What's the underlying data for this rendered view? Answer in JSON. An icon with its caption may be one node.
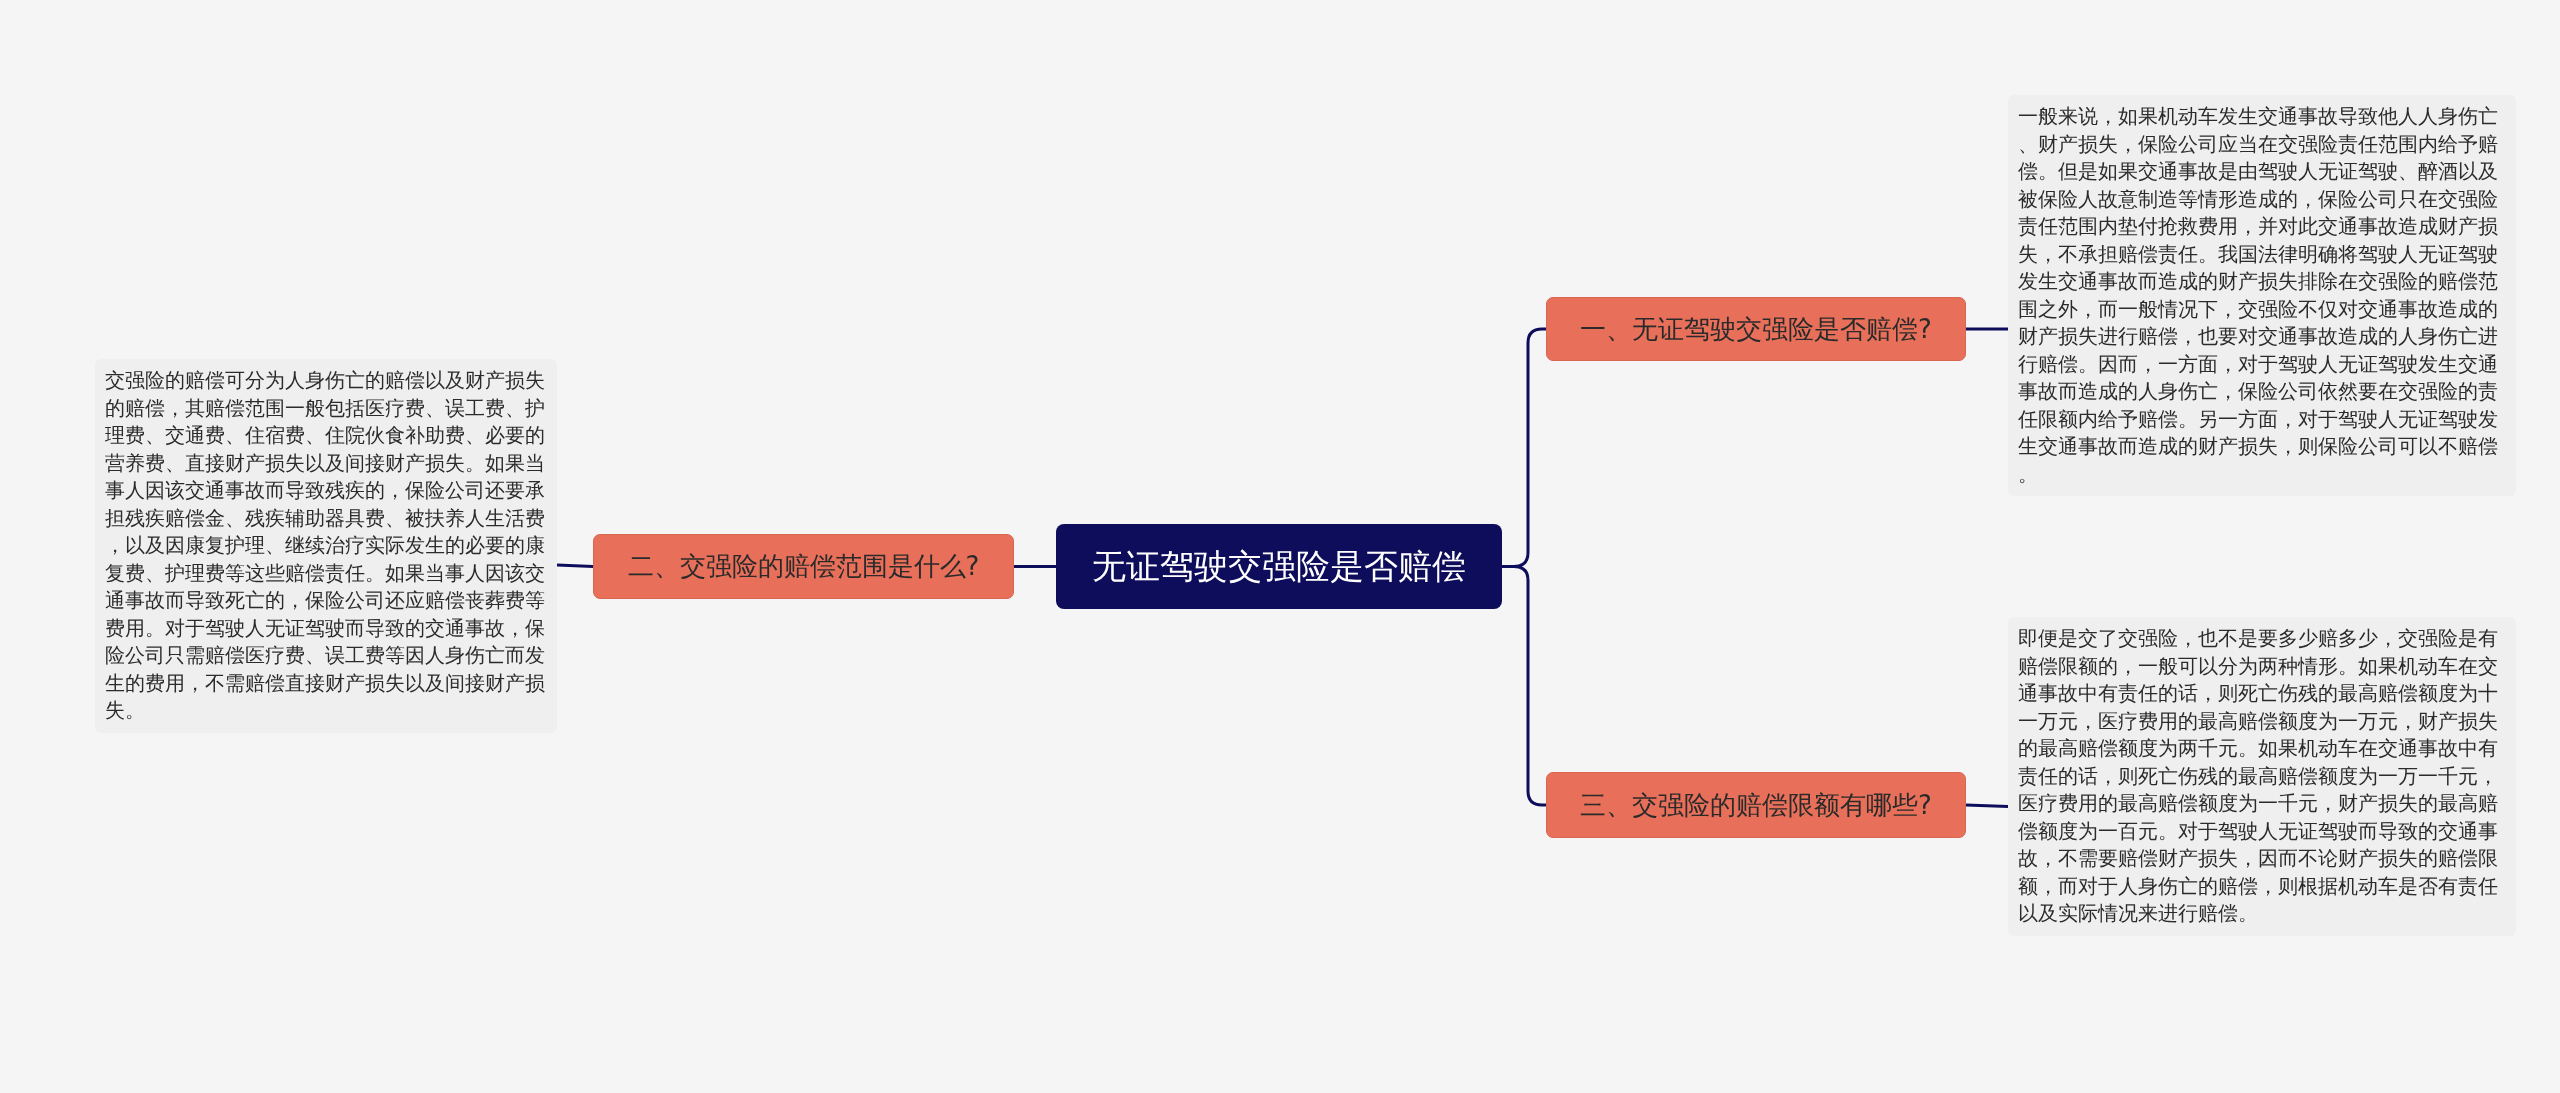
{
  "diagram": {
    "nodes": [
      {
        "text": [
          "无证驾驶交强险是否赔偿"
        ]
      },
      {
        "text": [
          "一、无证驾驶交强险是否赔偿?"
        ]
      },
      {
        "text": [
          "二、交强险的赔偿范围是什么?"
        ]
      },
      {
        "text": [
          "三、交强险的赔偿限额有哪些?"
        ]
      },
      {
        "text": [
          "一般来说，如果机动车发生交通事故导致他人人身伤亡、财产损失，保险公司应当在交强险责任范围内给予赔偿。但是如果交通事故是由驾驶人无证驾驶、醉酒以及被保险人故意制造等情形造成的，保险公司只在交强险责任范围内垫付抢救费用，并对此交通事故造成财产损失，不承担赔偿责任。我国法律明确将驾驶人无证驾驶发生交通事故而造成的财产损失排除在交强险的赔偿范围之外，而一般情况下，交强险不仅对交通事故造成的财产损失进行赔偿，也要对交通事故造成的人身伤亡进行赔偿。因而，一方面，对于驾驶人无证驾驶发生交通事故而造成的人身伤亡，保险公司依然要在交强险的责任限额内给予赔偿。另一方面，对于驾驶人无证驾驶发生交通事故而造成的财产损失，则保险公司可以不赔偿。"
        ]
      },
      {
        "text": [
          "交强险的赔偿可分为人身伤亡的赔偿以及财产损失的赔偿，其赔偿范围一般包括医疗费、误工费、护理费、交通费、住宿费、住院伙食补助费、必要的营养费、直接财产损失以及间接财产损失。如果当事人因该交通事故而导致残疾的，保险公司还要承担残疾赔偿金、残疾辅助器具费、被扶养人生活费，以及因康复护理、继续治疗实际发生的必要的康复费、护理费等这些赔偿责任。如果当事人因该交通事故而导致死亡的，保险公司还应赔偿丧葬费等费用。对于驾驶人无证驾驶而导致的交通事故，保险公司只需赔偿医疗费、误工费等因人身伤亡而发生的费用，不需赔偿直接财产损失以及间接财产损失。"
        ]
      },
      {
        "text": [
          "即便是交了交强险，也不是要多少赔多少，交强险是有赔偿限额的，一般可以分为两种情形。如果机动车在交通事故中有责任的话，则死亡伤残的最高赔偿额度为十一万元，医疗费用的最高赔偿额度为一万元，财产损失的最高赔偿额度为两千元。如果机动车在交通事故中有责任的话，则死亡伤残的最高赔偿额度为一万一千元，医疗费用的最高赔偿额度为一千元，财产损失的最高赔偿额度为一百元。对于驾驶人无证驾驶而导致的交通事故，不需要赔偿财产损失，因而不论财产损失的赔偿限额，而对于人身伤亡的赔偿，则根据机动车是否有责任以及实际情况来进行赔偿。"
        ]
      }
    ],
    "edges": [
      {
        "from": 0,
        "to": 1,
        "arrow": "none"
      },
      {
        "from": 0,
        "to": 2,
        "arrow": "none"
      },
      {
        "from": 0,
        "to": 3,
        "arrow": "none"
      },
      {
        "from": 1,
        "to": 4,
        "arrow": "none"
      },
      {
        "from": 2,
        "to": 5,
        "arrow": "none"
      },
      {
        "from": 3,
        "to": 6,
        "arrow": "none"
      }
    ]
  }
}
